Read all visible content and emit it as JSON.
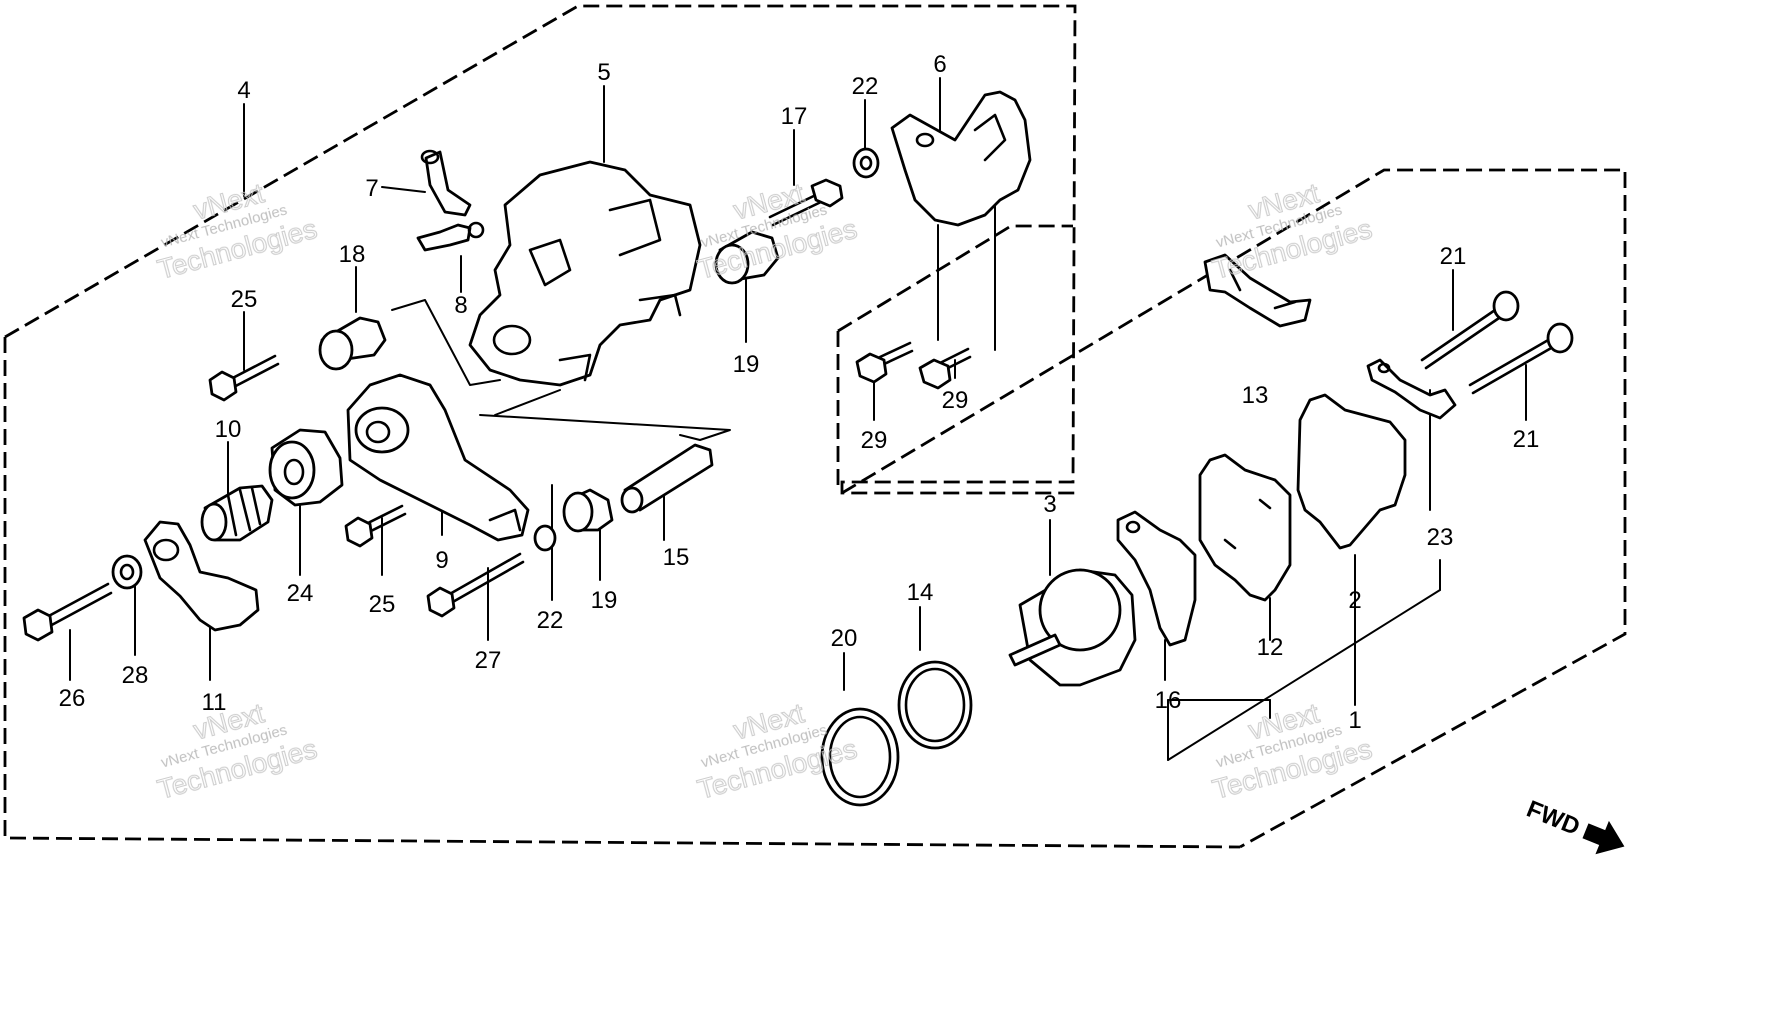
{
  "callouts": [
    {
      "id": "1",
      "text": "1"
    },
    {
      "id": "2",
      "text": "2"
    },
    {
      "id": "3",
      "text": "3"
    },
    {
      "id": "4",
      "text": "4"
    },
    {
      "id": "5",
      "text": "5"
    },
    {
      "id": "6",
      "text": "6"
    },
    {
      "id": "7",
      "text": "7"
    },
    {
      "id": "8",
      "text": "8"
    },
    {
      "id": "9",
      "text": "9"
    },
    {
      "id": "10",
      "text": "10"
    },
    {
      "id": "11",
      "text": "11"
    },
    {
      "id": "12",
      "text": "12"
    },
    {
      "id": "13",
      "text": "13"
    },
    {
      "id": "14",
      "text": "14"
    },
    {
      "id": "15",
      "text": "15"
    },
    {
      "id": "16",
      "text": "16"
    },
    {
      "id": "17",
      "text": "17"
    },
    {
      "id": "18",
      "text": "18"
    },
    {
      "id": "19a",
      "text": "19"
    },
    {
      "id": "19b",
      "text": "19"
    },
    {
      "id": "20",
      "text": "20"
    },
    {
      "id": "21a",
      "text": "21"
    },
    {
      "id": "21b",
      "text": "21"
    },
    {
      "id": "22a",
      "text": "22"
    },
    {
      "id": "22b",
      "text": "22"
    },
    {
      "id": "23",
      "text": "23"
    },
    {
      "id": "24",
      "text": "24"
    },
    {
      "id": "25a",
      "text": "25"
    },
    {
      "id": "25b",
      "text": "25"
    },
    {
      "id": "26",
      "text": "26"
    },
    {
      "id": "27",
      "text": "27"
    },
    {
      "id": "28",
      "text": "28"
    },
    {
      "id": "29a",
      "text": "29"
    },
    {
      "id": "29b",
      "text": "29"
    }
  ],
  "direction_indicator": {
    "label": "FWD",
    "icon": "arrow-right-icon"
  },
  "watermark": {
    "line1": "vNext Technologies",
    "line2": "vNext",
    "line3": "Technologies"
  },
  "colors": {
    "ink": "#000000",
    "paper": "#ffffff",
    "watermark": "#b5b5b5"
  }
}
